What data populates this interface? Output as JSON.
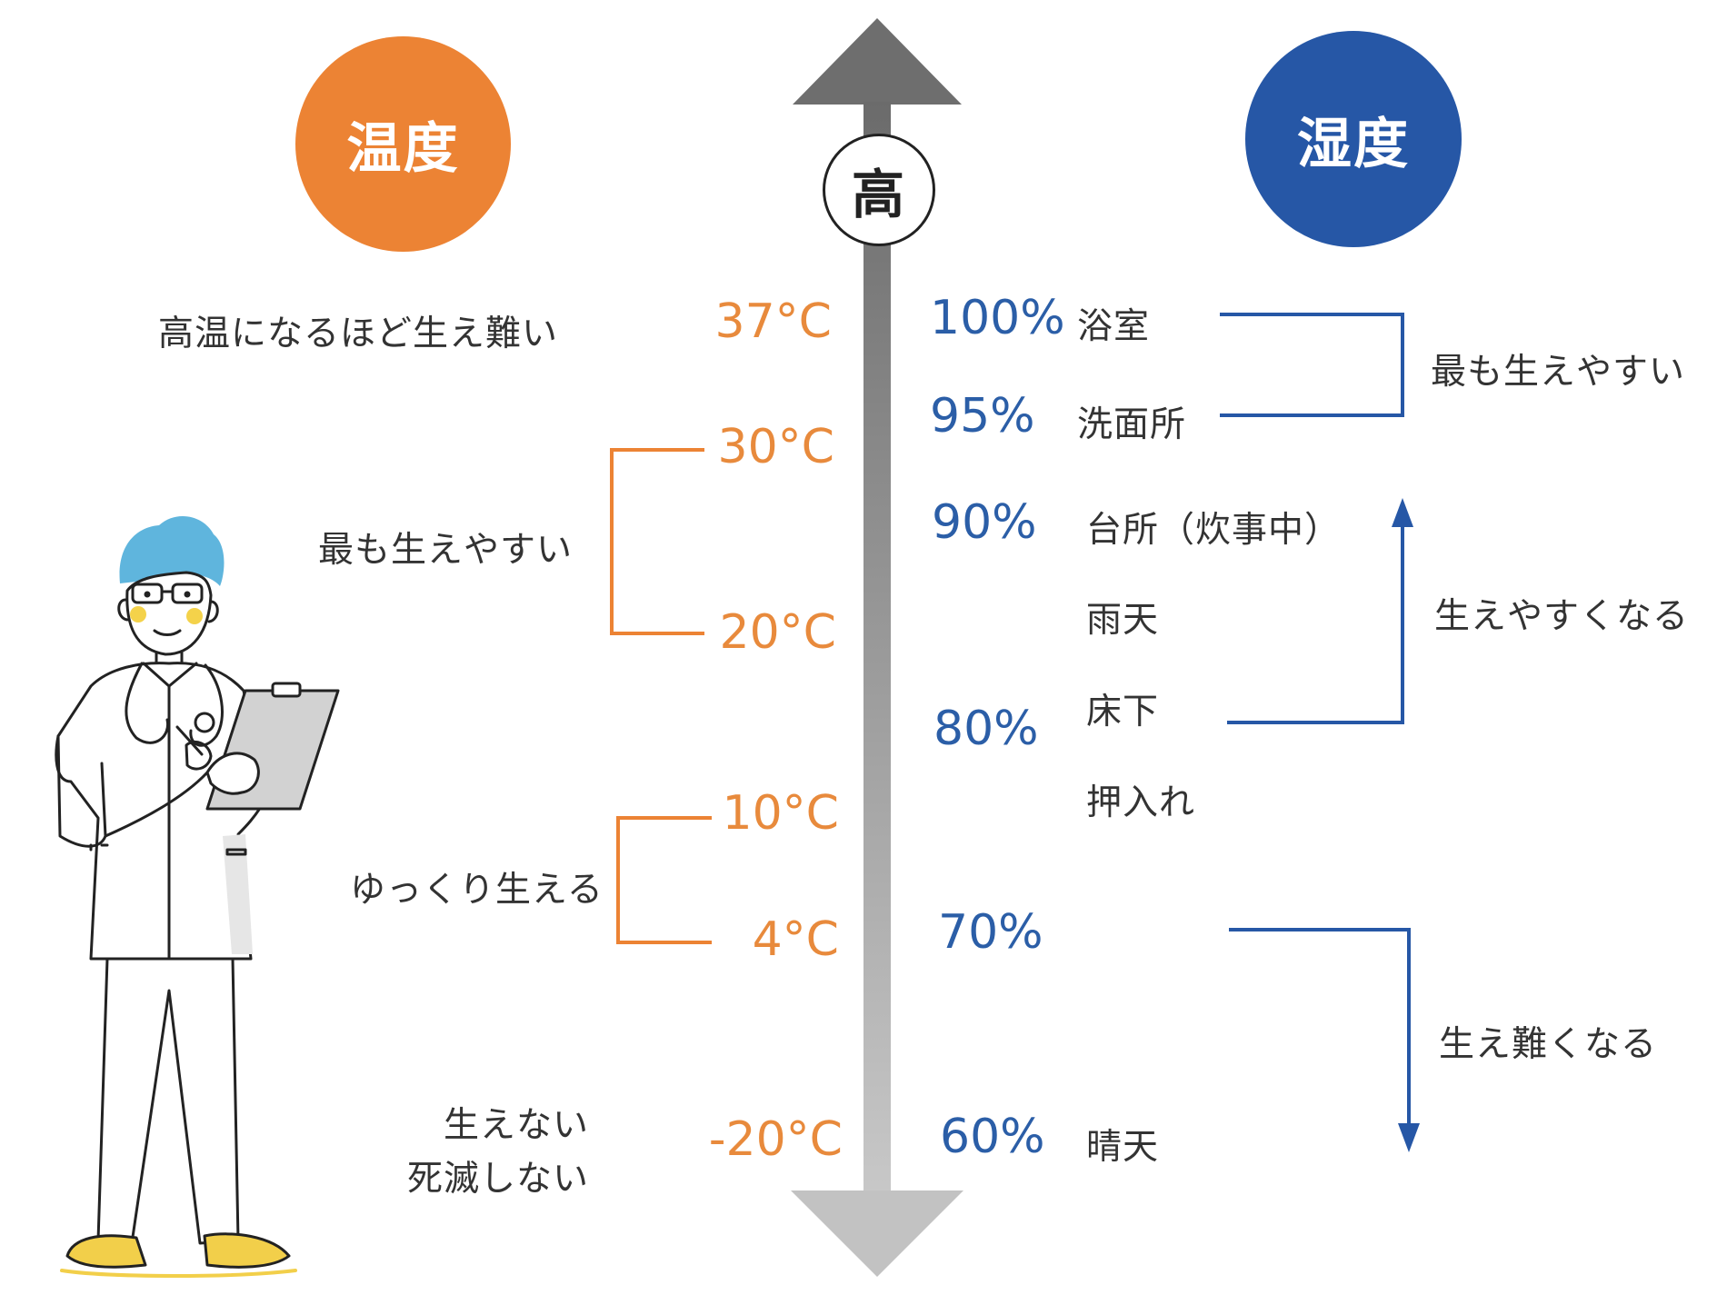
{
  "headers": {
    "temperature": "温度",
    "humidity": "湿度",
    "axis_top": "高",
    "temperature_color": "#ec8334",
    "humidity_color": "#2657a6"
  },
  "temperature": {
    "levels": [
      {
        "value": "37°C",
        "note": "高温になるほど生え難い"
      },
      {
        "value": "30°C"
      },
      {
        "value": "20°C"
      },
      {
        "value": "10°C"
      },
      {
        "value": "4°C"
      },
      {
        "value": "-20°C"
      }
    ],
    "ranges": [
      {
        "label": "最も生えやすい",
        "from": "30°C",
        "to": "20°C"
      },
      {
        "label": "ゆっくり生える",
        "from": "10°C",
        "to": "4°C"
      }
    ],
    "bottom_note_line1": "生えない",
    "bottom_note_line2": "死滅しない"
  },
  "humidity": {
    "levels": [
      {
        "value": "100%",
        "place": "浴室"
      },
      {
        "value": "95%",
        "place": "洗面所"
      },
      {
        "value": "90%",
        "place": "台所（炊事中）"
      },
      {
        "value": "",
        "place": "雨天"
      },
      {
        "value": "",
        "place": "床下"
      },
      {
        "value": "80%",
        "place": ""
      },
      {
        "value": "",
        "place": "押入れ"
      },
      {
        "value": "70%",
        "place": ""
      },
      {
        "value": "60%",
        "place": "晴天"
      }
    ],
    "ranges": [
      {
        "label": "最も生えやすい"
      },
      {
        "label": "生えやすくなる"
      },
      {
        "label": "生え難くなる"
      }
    ]
  },
  "illustration": {
    "icon": "doctor-with-clipboard-icon"
  }
}
